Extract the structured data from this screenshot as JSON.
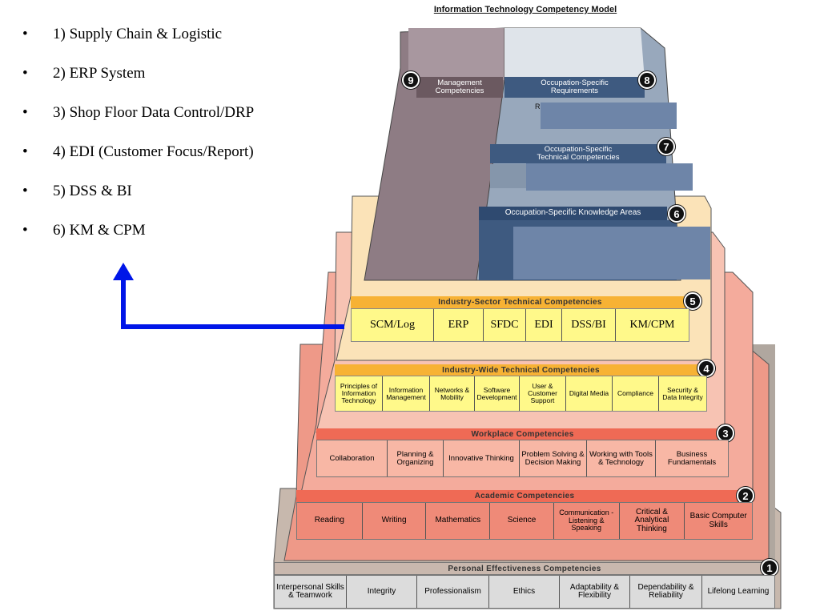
{
  "bullets": {
    "marker": "•",
    "items": [
      "1) Supply Chain & Logistic",
      "2) ERP System",
      "3) Shop Floor Data Control/DRP",
      "4) EDI (Customer Focus/Report)",
      "5) DSS & BI",
      "6) KM & CPM"
    ]
  },
  "model": {
    "title": "Information Technology Competency Model",
    "tier9": {
      "number": "9",
      "label": "Management\nCompetencies"
    },
    "tier8": {
      "number": "8",
      "label": "Occupation-Specific\nRequirements",
      "partial": "R"
    },
    "tier7": {
      "number": "7",
      "label": "Occupation-Specific\nTechnical Competencies"
    },
    "tier6": {
      "number": "6",
      "label": "Occupation-Specific Knowledge Areas"
    },
    "tier5": {
      "number": "5",
      "header": "Industry-Sector Technical Competencies",
      "cells": [
        "SCM/Log",
        "ERP",
        "SFDC",
        "EDI",
        "DSS/BI",
        "KM/CPM"
      ]
    },
    "tier4": {
      "number": "4",
      "header": "Industry-Wide Technical Competencies",
      "cells": [
        "Principles of Information Technology",
        "Information Management",
        "Networks & Mobility",
        "Software Development",
        "User & Customer Support",
        "Digital Media",
        "Compliance",
        "Security & Data Integrity"
      ]
    },
    "tier3": {
      "number": "3",
      "header": "Workplace Competencies",
      "cells": [
        "Collaboration",
        "Planning & Organizing",
        "Innovative Thinking",
        "Problem Solving & Decision Making",
        "Working with Tools & Technology",
        "Business Fundamentals"
      ]
    },
    "tier2": {
      "number": "2",
      "header": "Academic Competencies",
      "cells": [
        "Reading",
        "Writing",
        "Mathematics",
        "Science",
        "Communication - Listening & Speaking",
        "Critical & Analytical Thinking",
        "Basic Computer Skills"
      ]
    },
    "tier1": {
      "number": "1",
      "header": "Personal Effectiveness Competencies",
      "cells": [
        "Interpersonal Skills & Teamwork",
        "Integrity",
        "Professionalism",
        "Ethics",
        "Adaptability & Flexibility",
        "Dependability & Reliability",
        "Lifelong Learning"
      ]
    }
  }
}
